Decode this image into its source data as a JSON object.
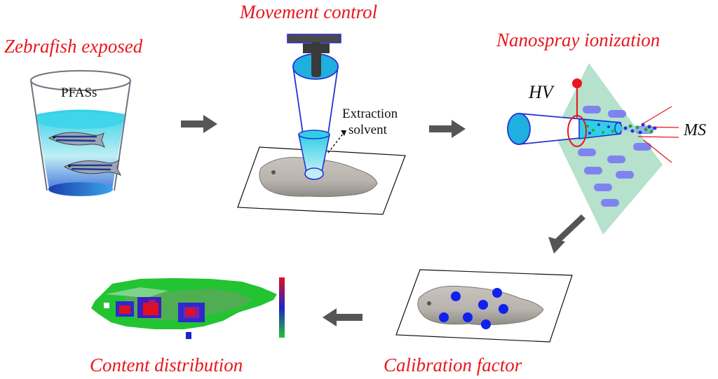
{
  "steps": [
    {
      "title": "Zebrafish exposed"
    },
    {
      "title": "Movement control"
    },
    {
      "title": "Nanospray ionization"
    },
    {
      "title": "Calibration factor"
    },
    {
      "title": "Content distribution"
    }
  ],
  "labels": {
    "beaker": "PFASs",
    "extraction_line1": "Extraction",
    "extraction_line2": "solvent",
    "hv": "HV",
    "ms": "MS"
  },
  "colors": {
    "title_red": "#e8161d",
    "water": "#2fc7e0",
    "probe_blue": "#2433d6",
    "diamond_green": "#a8dcc4",
    "oval": "#7f83f0",
    "sample_dot": "#1020f0",
    "arrow": "#555555"
  }
}
